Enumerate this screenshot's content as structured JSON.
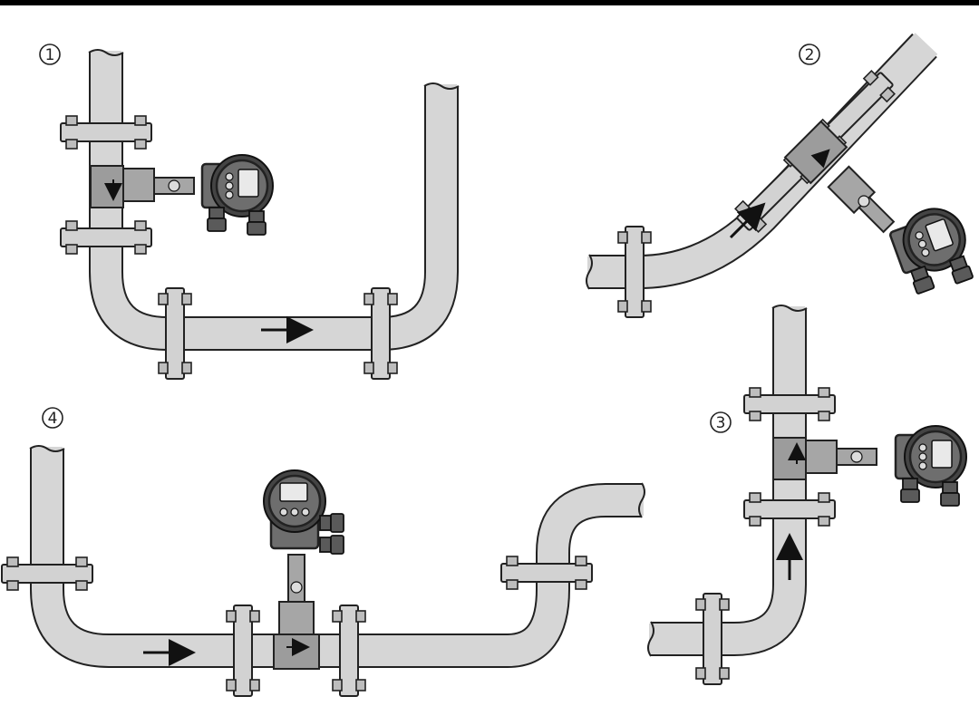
{
  "labels": {
    "fig1": "1",
    "fig2": "2",
    "fig3": "3",
    "fig4": "4"
  },
  "colors": {
    "pipe": "#d6d6d6",
    "outline": "#222222",
    "meter_body": "#9c9c9c",
    "transmitter": "#6e6e6e"
  },
  "icons": [
    "flow-arrow-icon",
    "flowmeter-transmitter-icon",
    "flange-icon"
  ]
}
